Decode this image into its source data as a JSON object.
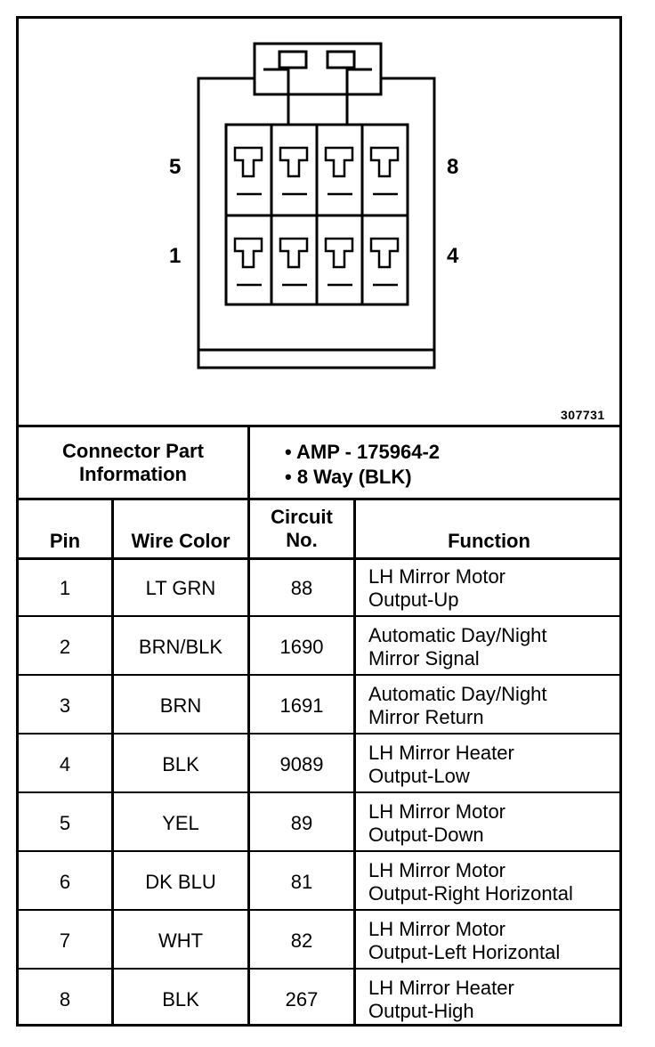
{
  "diagram": {
    "pin_labels": {
      "top_left": "5",
      "top_right": "8",
      "bottom_left": "1",
      "bottom_right": "4"
    },
    "figure_id": "307731"
  },
  "connector_info": {
    "label_line1": "Connector Part",
    "label_line2": "Information",
    "items": [
      "•  AMP - 175964-2",
      "•  8 Way (BLK)"
    ]
  },
  "table": {
    "headers": {
      "pin": "Pin",
      "wire_color": "Wire Color",
      "circuit_line1": "Circuit",
      "circuit_line2": "No.",
      "function": "Function"
    },
    "rows": [
      {
        "pin": "1",
        "wire": "LT GRN",
        "circuit": "88",
        "function_line1": "LH Mirror Motor",
        "function_line2": "Output-Up"
      },
      {
        "pin": "2",
        "wire": "BRN/BLK",
        "circuit": "1690",
        "function_line1": "Automatic Day/Night",
        "function_line2": "Mirror Signal"
      },
      {
        "pin": "3",
        "wire": "BRN",
        "circuit": "1691",
        "function_line1": "Automatic Day/Night",
        "function_line2": "Mirror Return"
      },
      {
        "pin": "4",
        "wire": "BLK",
        "circuit": "9089",
        "function_line1": "LH Mirror Heater",
        "function_line2": "Output-Low"
      },
      {
        "pin": "5",
        "wire": "YEL",
        "circuit": "89",
        "function_line1": "LH Mirror Motor",
        "function_line2": "Output-Down"
      },
      {
        "pin": "6",
        "wire": "DK BLU",
        "circuit": "81",
        "function_line1": "LH Mirror Motor",
        "function_line2": "Output-Right Horizontal"
      },
      {
        "pin": "7",
        "wire": "WHT",
        "circuit": "82",
        "function_line1": "LH Mirror Motor",
        "function_line2": "Output-Left Horizontal"
      },
      {
        "pin": "8",
        "wire": "BLK",
        "circuit": "267",
        "function_line1": "LH Mirror Heater",
        "function_line2": "Output-High"
      }
    ]
  }
}
